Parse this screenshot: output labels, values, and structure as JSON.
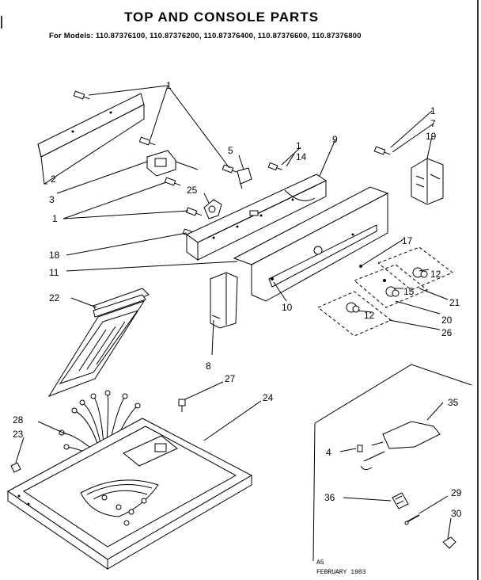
{
  "header": {
    "title": "TOP AND CONSOLE PARTS",
    "models": "For Models: 110.87376100, 110.87376200, 110.87376400, 110.87376600, 110.87376800"
  },
  "callouts": {
    "c1a": "1",
    "c1b": "1",
    "c1c": "1",
    "c1d": "1",
    "c2": "2",
    "c3": "3",
    "c4": "4",
    "c5": "5",
    "c7": "7",
    "c8": "8",
    "c9": "9",
    "c10": "10",
    "c11": "11",
    "c12a": "12",
    "c12b": "12",
    "c14": "14",
    "c15": "15",
    "c17": "17",
    "c18": "18",
    "c19": "19",
    "c20": "20",
    "c21": "21",
    "c22": "22",
    "c23": "23",
    "c24": "24",
    "c25": "25",
    "c26": "26",
    "c27": "27",
    "c28": "28",
    "c29": "29",
    "c30": "30",
    "c35": "35",
    "c36": "36"
  },
  "footer": {
    "code": "A5",
    "date": "FEBRUARY 1983"
  }
}
